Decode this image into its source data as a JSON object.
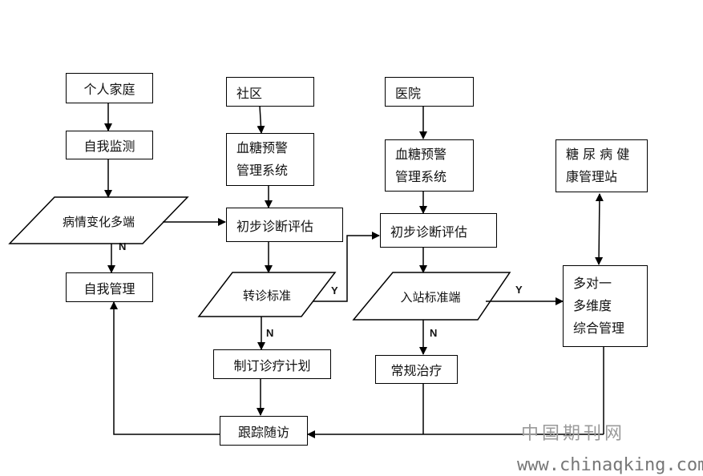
{
  "nodes": {
    "family": "个人家庭",
    "self_monitor": "自我监测",
    "condition_change": "病情变化多端",
    "self_manage": "自我管理",
    "community": "社区",
    "community_alert_l1": "血糖预警",
    "community_alert_l2": "管理系统",
    "community_assess": "初步诊断评估",
    "referral_criteria": "转诊标准",
    "treatment_plan": "制订诊疗计划",
    "follow_up": "跟踪随访",
    "hospital": "医院",
    "hospital_alert_l1": "血糖预警",
    "hospital_alert_l2": "管理系统",
    "hospital_assess": "初步诊断评估",
    "admission_criteria": "入站标准端",
    "routine_treatment": "常规治疗",
    "station_l1": "糖 尿 病 健",
    "station_l2": "康管理站",
    "multi_l1": "多对一",
    "multi_l2": "多维度",
    "multi_l3": "综合管理"
  },
  "labels": {
    "yes": "Y",
    "no": "N"
  },
  "watermark": {
    "cn": "中国期刊网",
    "url": "www.chinaqking.com"
  }
}
